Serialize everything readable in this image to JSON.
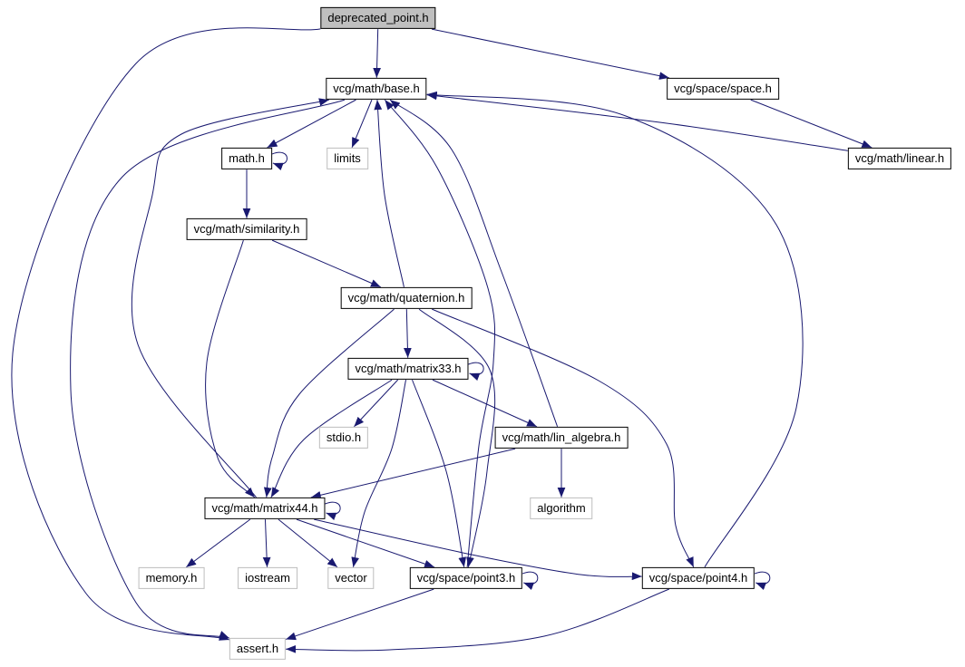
{
  "diagram": {
    "kind": "include-dependency-graph",
    "root": "deprecated_point.h"
  },
  "colors": {
    "edge": "#191970",
    "node_border": "#000000",
    "system_border": "#bdbdbd",
    "root_fill": "#bfbfbf",
    "node_fill": "#ffffff",
    "background": "#ffffff"
  },
  "nodes": [
    {
      "id": "dep",
      "label": "deprecated_point.h",
      "type": "root"
    },
    {
      "id": "base",
      "label": "vcg/math/base.h",
      "type": "linked"
    },
    {
      "id": "space",
      "label": "vcg/space/space.h",
      "type": "linked"
    },
    {
      "id": "linear",
      "label": "vcg/math/linear.h",
      "type": "linked"
    },
    {
      "id": "math",
      "label": "math.h",
      "type": "linked"
    },
    {
      "id": "limits",
      "label": "limits",
      "type": "system"
    },
    {
      "id": "sim",
      "label": "vcg/math/similarity.h",
      "type": "linked"
    },
    {
      "id": "quat",
      "label": "vcg/math/quaternion.h",
      "type": "linked"
    },
    {
      "id": "m33",
      "label": "vcg/math/matrix33.h",
      "type": "linked"
    },
    {
      "id": "stdio",
      "label": "stdio.h",
      "type": "system"
    },
    {
      "id": "linalg",
      "label": "vcg/math/lin_algebra.h",
      "type": "linked"
    },
    {
      "id": "algo",
      "label": "algorithm",
      "type": "system"
    },
    {
      "id": "m44",
      "label": "vcg/math/matrix44.h",
      "type": "linked"
    },
    {
      "id": "memory",
      "label": "memory.h",
      "type": "system"
    },
    {
      "id": "iostream",
      "label": "iostream",
      "type": "system"
    },
    {
      "id": "vector",
      "label": "vector",
      "type": "system"
    },
    {
      "id": "p3",
      "label": "vcg/space/point3.h",
      "type": "linked"
    },
    {
      "id": "p4",
      "label": "vcg/space/point4.h",
      "type": "linked"
    },
    {
      "id": "assert",
      "label": "assert.h",
      "type": "system"
    }
  ],
  "edges": [
    {
      "from": "dep",
      "to": "base"
    },
    {
      "from": "dep",
      "to": "space"
    },
    {
      "from": "dep",
      "to": "assert"
    },
    {
      "from": "space",
      "to": "linear"
    },
    {
      "from": "linear",
      "to": "base"
    },
    {
      "from": "base",
      "to": "math"
    },
    {
      "from": "base",
      "to": "limits"
    },
    {
      "from": "base",
      "to": "assert"
    },
    {
      "from": "math",
      "to": "math"
    },
    {
      "from": "math",
      "to": "sim"
    },
    {
      "from": "sim",
      "to": "quat"
    },
    {
      "from": "sim",
      "to": "m44"
    },
    {
      "from": "quat",
      "to": "base"
    },
    {
      "from": "quat",
      "to": "m33"
    },
    {
      "from": "quat",
      "to": "m44"
    },
    {
      "from": "quat",
      "to": "p3"
    },
    {
      "from": "quat",
      "to": "p4"
    },
    {
      "from": "m33",
      "to": "m33"
    },
    {
      "from": "m33",
      "to": "stdio"
    },
    {
      "from": "m33",
      "to": "linalg"
    },
    {
      "from": "m33",
      "to": "m44"
    },
    {
      "from": "m33",
      "to": "p3"
    },
    {
      "from": "m33",
      "to": "vector"
    },
    {
      "from": "linalg",
      "to": "algo"
    },
    {
      "from": "linalg",
      "to": "m44"
    },
    {
      "from": "linalg",
      "to": "base"
    },
    {
      "from": "m44",
      "to": "m44"
    },
    {
      "from": "m44",
      "to": "memory"
    },
    {
      "from": "m44",
      "to": "iostream"
    },
    {
      "from": "m44",
      "to": "vector"
    },
    {
      "from": "m44",
      "to": "p3"
    },
    {
      "from": "m44",
      "to": "p4"
    },
    {
      "from": "m44",
      "to": "base"
    },
    {
      "from": "p3",
      "to": "p3"
    },
    {
      "from": "p3",
      "to": "base"
    },
    {
      "from": "p3",
      "to": "assert"
    },
    {
      "from": "p4",
      "to": "p4"
    },
    {
      "from": "p4",
      "to": "base"
    },
    {
      "from": "p4",
      "to": "assert"
    }
  ]
}
